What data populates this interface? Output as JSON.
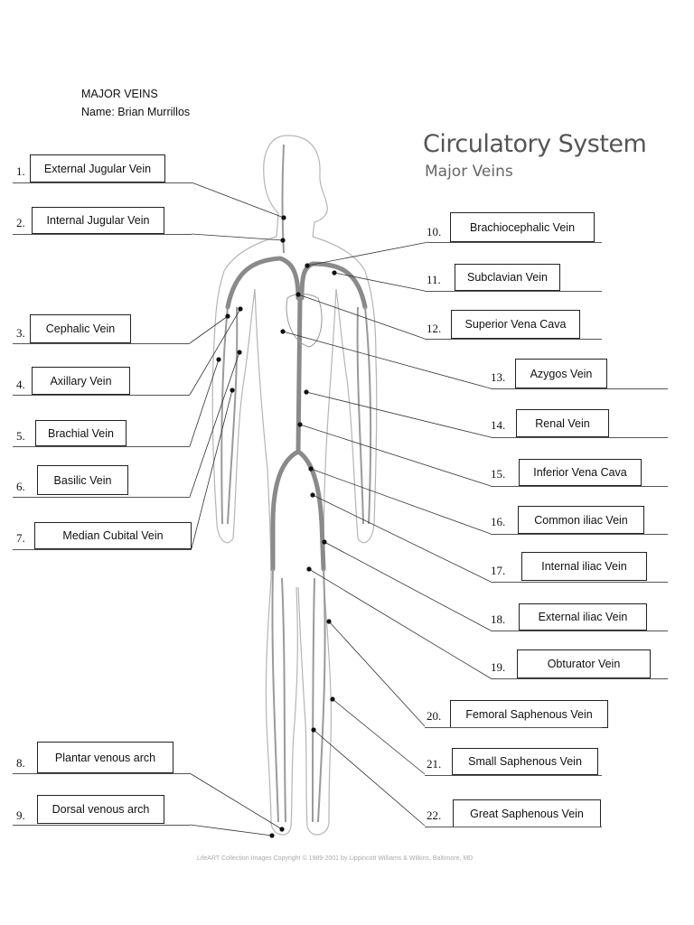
{
  "header": {
    "line1": "MAJOR VEINS",
    "line2": "Name: Brian Murrillos"
  },
  "title": "Circulatory System",
  "subtitle": "Major Veins",
  "copyright": "LifeART Collection Images Copyright © 1989-2001 by Lippincott Williams & Wilkins, Baltimore, MD",
  "labels_left": [
    {
      "num": "1.",
      "text": "External Jugular Vein"
    },
    {
      "num": "2.",
      "text": "Internal Jugular Vein"
    },
    {
      "num": "3.",
      "text": "Cephalic Vein"
    },
    {
      "num": "4.",
      "text": "Axillary Vein"
    },
    {
      "num": "5.",
      "text": "Brachial Vein"
    },
    {
      "num": "6.",
      "text": "Basilic Vein"
    },
    {
      "num": "7.",
      "text": "Median Cubital Vein"
    },
    {
      "num": "8.",
      "text": "Plantar venous arch"
    },
    {
      "num": "9.",
      "text": "Dorsal venous arch"
    }
  ],
  "labels_right": [
    {
      "num": "10.",
      "text": "Brachiocephalic Vein"
    },
    {
      "num": "11.",
      "text": "Subclavian Vein"
    },
    {
      "num": "12.",
      "text": "Superior Vena Cava"
    },
    {
      "num": "13.",
      "text": "Azygos Vein"
    },
    {
      "num": "14.",
      "text": "Renal Vein"
    },
    {
      "num": "15.",
      "text": "Inferior Vena Cava"
    },
    {
      "num": "16.",
      "text": "Common iliac Vein"
    },
    {
      "num": "17.",
      "text": "Internal iliac Vein"
    },
    {
      "num": "18.",
      "text": "External iliac Vein"
    },
    {
      "num": "19.",
      "text": "Obturator Vein"
    },
    {
      "num": "20.",
      "text": "Femoral Saphenous Vein"
    },
    {
      "num": "21.",
      "text": "Small Saphenous Vein"
    },
    {
      "num": "22.",
      "text": "Great Saphenous Vein"
    }
  ]
}
